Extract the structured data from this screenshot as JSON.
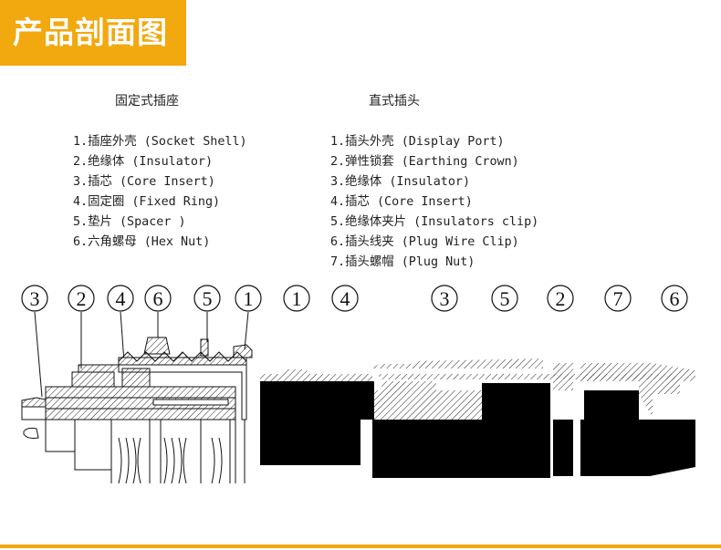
{
  "header": {
    "title": "产品剖面图",
    "accent_color": "#f2a80f"
  },
  "socket": {
    "title": "固定式插座",
    "parts": [
      "1.插座外壳 (Socket Shell)",
      "2.绝缘体 (Insulator)",
      "3.插芯 (Core Insert)",
      "4.固定圈 (Fixed Ring)",
      "5.垫片 (Spacer )",
      "6.六角螺母 (Hex Nut)"
    ],
    "callouts": [
      "3",
      "2",
      "4",
      "6",
      "5",
      "1"
    ]
  },
  "plug": {
    "title": "直式插头",
    "parts": [
      "1.插头外壳 (Display Port)",
      "2.弹性锁套 (Earthing Crown)",
      "3.绝缘体 (Insulator)",
      "4.插芯 (Core Insert)",
      "5.绝缘体夹片 (Insulators clip)",
      "6.插头线夹 (Plug Wire Clip)",
      "7.插头螺帽 (Plug Nut)"
    ],
    "callouts": [
      "1",
      "4",
      "3",
      "5",
      "2",
      "7",
      "6"
    ]
  }
}
